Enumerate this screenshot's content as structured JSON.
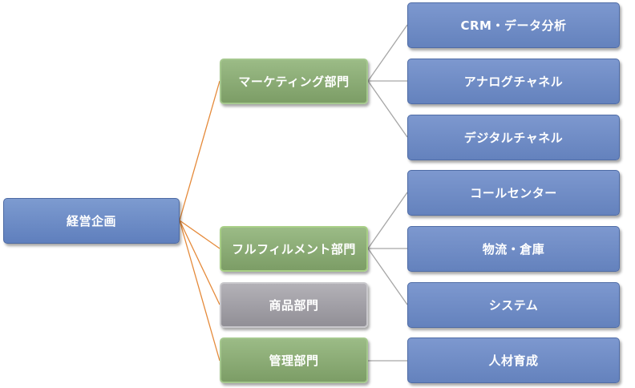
{
  "colors": {
    "root": "#6b89c4",
    "department_green": "#86a56f",
    "department_gray": "#a09fa5",
    "leaf_blue": "#6e8bc6",
    "connector_orange": "#e58a3a",
    "connector_gray": "#a6a6a6"
  },
  "root": {
    "label": "経営企画"
  },
  "departments": [
    {
      "id": "marketing",
      "label": "マーケティング部門",
      "color": "green",
      "children": [
        "CRM・データ分析",
        "アナログチャネル",
        "デジタルチャネル"
      ]
    },
    {
      "id": "fulfillment",
      "label": "フルフィルメント部門",
      "color": "green",
      "children": [
        "コールセンター",
        "物流・倉庫",
        "システム"
      ]
    },
    {
      "id": "product",
      "label": "商品部門",
      "color": "gray",
      "children": []
    },
    {
      "id": "management",
      "label": "管理部門",
      "color": "green",
      "children": [
        "人材育成"
      ]
    }
  ]
}
